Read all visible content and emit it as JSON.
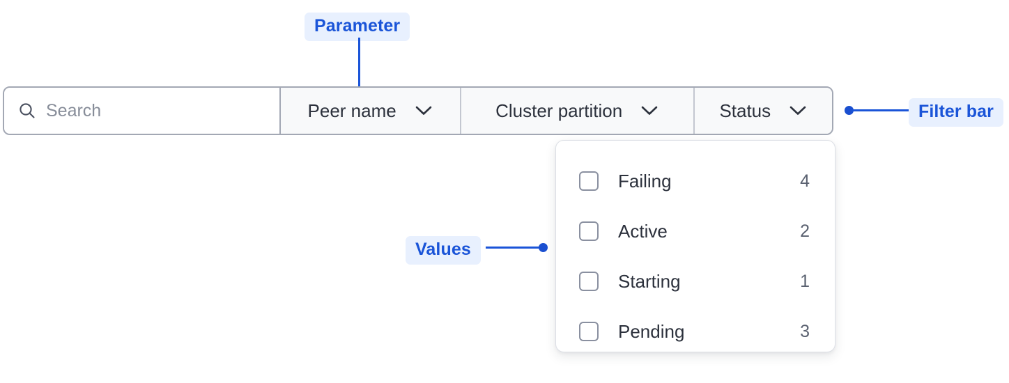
{
  "annotations": [
    {
      "id": "parameter",
      "label": "Parameter"
    },
    {
      "id": "filter-bar",
      "label": "Filter bar"
    },
    {
      "id": "values",
      "label": "Values"
    }
  ],
  "filter_bar": {
    "search": {
      "icon": "search-icon",
      "value": "",
      "placeholder": "Search"
    },
    "segments": [
      {
        "id": "peer-name",
        "label": "Peer name",
        "icon": "chevron-down-icon"
      },
      {
        "id": "cluster-partition",
        "label": "Cluster partition",
        "icon": "chevron-down-icon"
      },
      {
        "id": "status",
        "label": "Status",
        "icon": "chevron-down-icon",
        "expanded": true
      }
    ]
  },
  "dropdown": {
    "owner": "status",
    "items": [
      {
        "label": "Failing",
        "count": "4",
        "checked": false
      },
      {
        "label": "Active",
        "count": "2",
        "checked": false
      },
      {
        "label": "Starting",
        "count": "1",
        "checked": false
      },
      {
        "label": "Pending",
        "count": "3",
        "checked": false
      }
    ]
  },
  "colors": {
    "accent": "#1a54d8",
    "badge_bg": "#e8f0fe",
    "bar_border": "#a3a8b4",
    "segment_bg": "#f8f9fa",
    "text": "#2c313c",
    "muted_text": "#5a6170"
  }
}
